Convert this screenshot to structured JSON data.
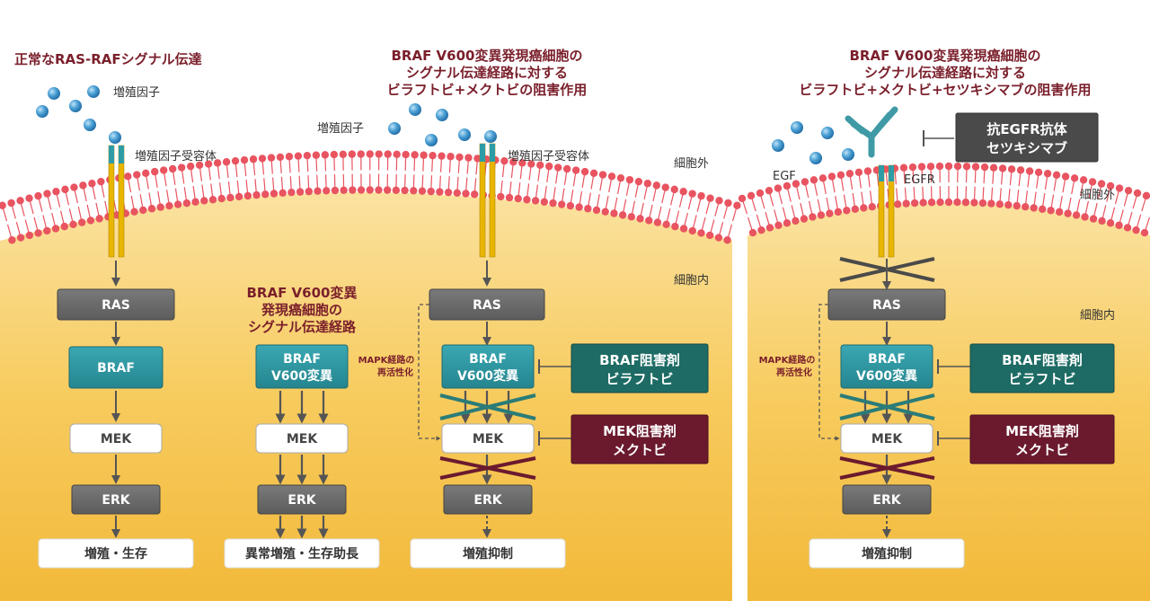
{
  "colors": {
    "title": "#7a1f2b",
    "cytoplasm": "#f5c24a",
    "membrane": "#e85460",
    "ras_box": "#6b6b6b",
    "braf_box": "#2f9aa4",
    "braf_inhibitor": "#1d6b64",
    "mek_inhibitor": "#6b1a2e",
    "antibody_box": "#4a4a4a",
    "molecule": "#3f8fc4",
    "receptor_yellow": "#e8b500",
    "receptor_teal": "#2e9ca6"
  },
  "panel1": {
    "title": "正常なRAS-RAFシグナル伝達",
    "growth_factor": "増殖因子",
    "receptor": "増殖因子受容体",
    "ras": "RAS",
    "braf": "BRAF",
    "mek": "MEK",
    "erk": "ERK",
    "outcome": "増殖・生存"
  },
  "panel2": {
    "title": [
      "BRAF V600変異",
      "発現癌細胞の",
      "シグナル伝達経路"
    ],
    "braf": [
      "BRAF",
      "V600変異"
    ],
    "mek": "MEK",
    "erk": "ERK",
    "outcome": "異常増殖・生存助長"
  },
  "panel3": {
    "title": [
      "BRAF V600変異発現癌細胞の",
      "シグナル伝達経路に対する",
      "ビラフトビ+メクトビの阻害作用"
    ],
    "growth_factor": "増殖因子",
    "receptor": "増殖因子受容体",
    "outside": "細胞外",
    "inside": "細胞内",
    "ras": "RAS",
    "braf": [
      "BRAF",
      "V600変異"
    ],
    "mek": "MEK",
    "erk": "ERK",
    "outcome": "増殖抑制",
    "mapk": [
      "MAPK経路の",
      "再活性化"
    ],
    "braf_inhibitor": [
      "BRAF阻害剤",
      "ビラフトビ"
    ],
    "mek_inhibitor": [
      "MEK阻害剤",
      "メクトビ"
    ]
  },
  "panel4": {
    "title": [
      "BRAF V600変異発現癌細胞の",
      "シグナル伝達経路に対する",
      "ビラフトビ+メクトビ+セツキシマブの阻害作用"
    ],
    "egf": "EGF",
    "egfr": "EGFR",
    "outside": "細胞外",
    "inside": "細胞内",
    "antibody": [
      "抗EGFR抗体",
      "セツキシマブ"
    ],
    "ras": "RAS",
    "braf": [
      "BRAF",
      "V600変異"
    ],
    "mek": "MEK",
    "erk": "ERK",
    "outcome": "増殖抑制",
    "mapk": [
      "MAPK経路の",
      "再活性化"
    ],
    "braf_inhibitor": [
      "BRAF阻害剤",
      "ビラフトビ"
    ],
    "mek_inhibitor": [
      "MEK阻害剤",
      "メクトビ"
    ]
  }
}
